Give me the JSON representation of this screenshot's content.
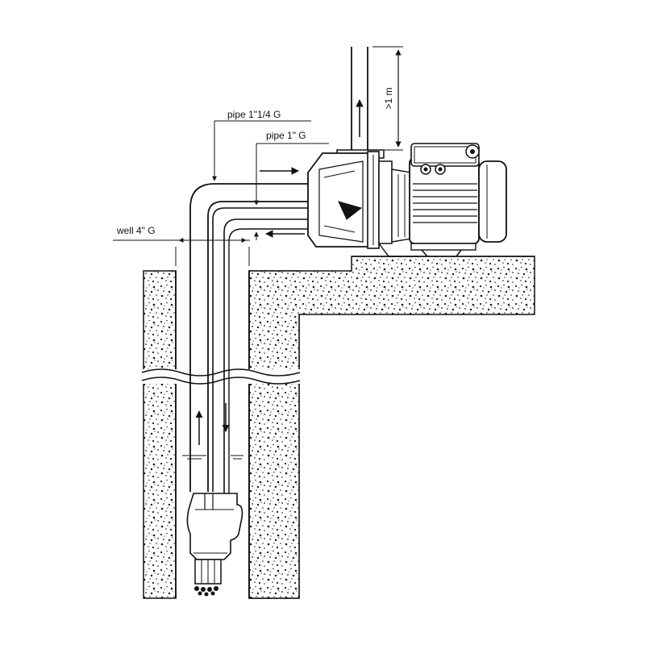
{
  "labels": {
    "pipe_large": "pipe 1\"1/4 G",
    "pipe_small": "pipe 1\" G",
    "well": "well 4\" G",
    "height": ">1 m"
  },
  "colors": {
    "ink": "#111111",
    "soil_fill": "#ffffff",
    "soil_speckle": "#1a1a1a",
    "pipe_fill": "#ffffff"
  }
}
